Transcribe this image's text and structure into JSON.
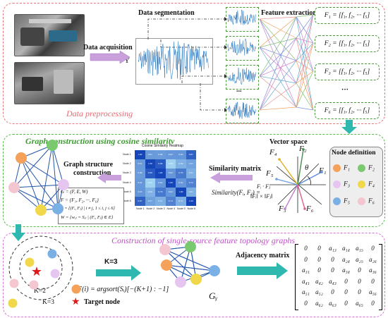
{
  "sections": {
    "preprocessing": {
      "title": "Data preprocessing",
      "data_acquisition": "Data acquisition",
      "y_symbol": "Y",
      "data_segmentation": "Data segmentation",
      "feature_extraction": "Feature extraction",
      "ellipsis": "...",
      "features": [
        "F₁ = [f₁, f₂, ··· f₅]",
        "F₂ = [f₁, f₂, ··· f₅]",
        "F₃ = [f₁, f₂, ··· f₅]",
        "···",
        "F₆ = [f₁, f₂, ··· f₅]"
      ]
    },
    "graph_construction": {
      "title": "Graph construction using cosine similarity",
      "vector_space": "Vector space",
      "node_definition": "Node definition",
      "nodes": [
        "F₁",
        "F₂",
        "F₃",
        "F₄",
        "F₅",
        "F₆"
      ],
      "similarity_matrix": "Similarity matrix",
      "similarity_formula_lhs": "Similarity(Fᵢ, Fⱼ) =",
      "similarity_formula_num": "Fᵢ · Fⱼ",
      "similarity_formula_den": "‖Fᵢ‖ × ‖Fⱼ‖",
      "graph_structure": "Graph structure",
      "construction": "construction",
      "heatmap_title": "Cosine Similarity Heatmap",
      "heatmap_labels": [
        "Node 1",
        "Node 2",
        "Node 3",
        "Node 4",
        "Node 5",
        "Node 6"
      ],
      "vector_labels": [
        "F₄",
        "F₂",
        "θ",
        "F₁",
        "F₅",
        "F₃",
        "F₆"
      ],
      "equations": [
        "G = (F, E, W)",
        "F = {F₁, F₂, ···, F₆}",
        "E = {(Fᵢ, Fⱼ) | i ≠ j, 1 ≤ i, j ≤ 6}",
        "W = {wᵢⱼ = Sᵢⱼ | (Fᵢ, Fⱼ) ∈ E}"
      ]
    },
    "topology": {
      "title": "Construction of single-source feature topology graphs",
      "k2": "K=2",
      "k3": "K=3",
      "k_arrow": "K=3",
      "formula": "F(i) = argsort(Sᵢ)[−(K+1) : −1]",
      "target_node": "Target node",
      "gy": "Gᵧ",
      "adjacency_matrix": "Adjacency matrix",
      "matrix_rows": [
        [
          "0",
          "0",
          "a₁₃",
          "a₁₄",
          "a₁₅",
          "0"
        ],
        [
          "0",
          "0",
          "0",
          "a₂₄",
          "a₂₅",
          "a₂₆"
        ],
        [
          "a₃₁",
          "0",
          "0",
          "a₃₄",
          "0",
          "a₃₆"
        ],
        [
          "a₄₁",
          "a₄₂",
          "a₄₃",
          "0",
          "0",
          "0"
        ],
        [
          "a₅₁",
          "a₅₂",
          "0",
          "0",
          "0",
          "a₅₆"
        ],
        [
          "0",
          "a₆₂",
          "a₆₃",
          "0",
          "a₆₅",
          "0"
        ]
      ]
    }
  },
  "colors": {
    "panel1_border": "#e8747c",
    "panel2_border": "#55b848",
    "panel3_border": "#d872d8",
    "arrow_fill": "#c9a0dc",
    "arrow_fill_teal": "#2fb8b0",
    "signal": "#1f6fb8",
    "node_colors": [
      "#f5a15a",
      "#7bc96f",
      "#e6c6f0",
      "#f0d84a",
      "#7ab0e6",
      "#f4c6d0"
    ]
  }
}
